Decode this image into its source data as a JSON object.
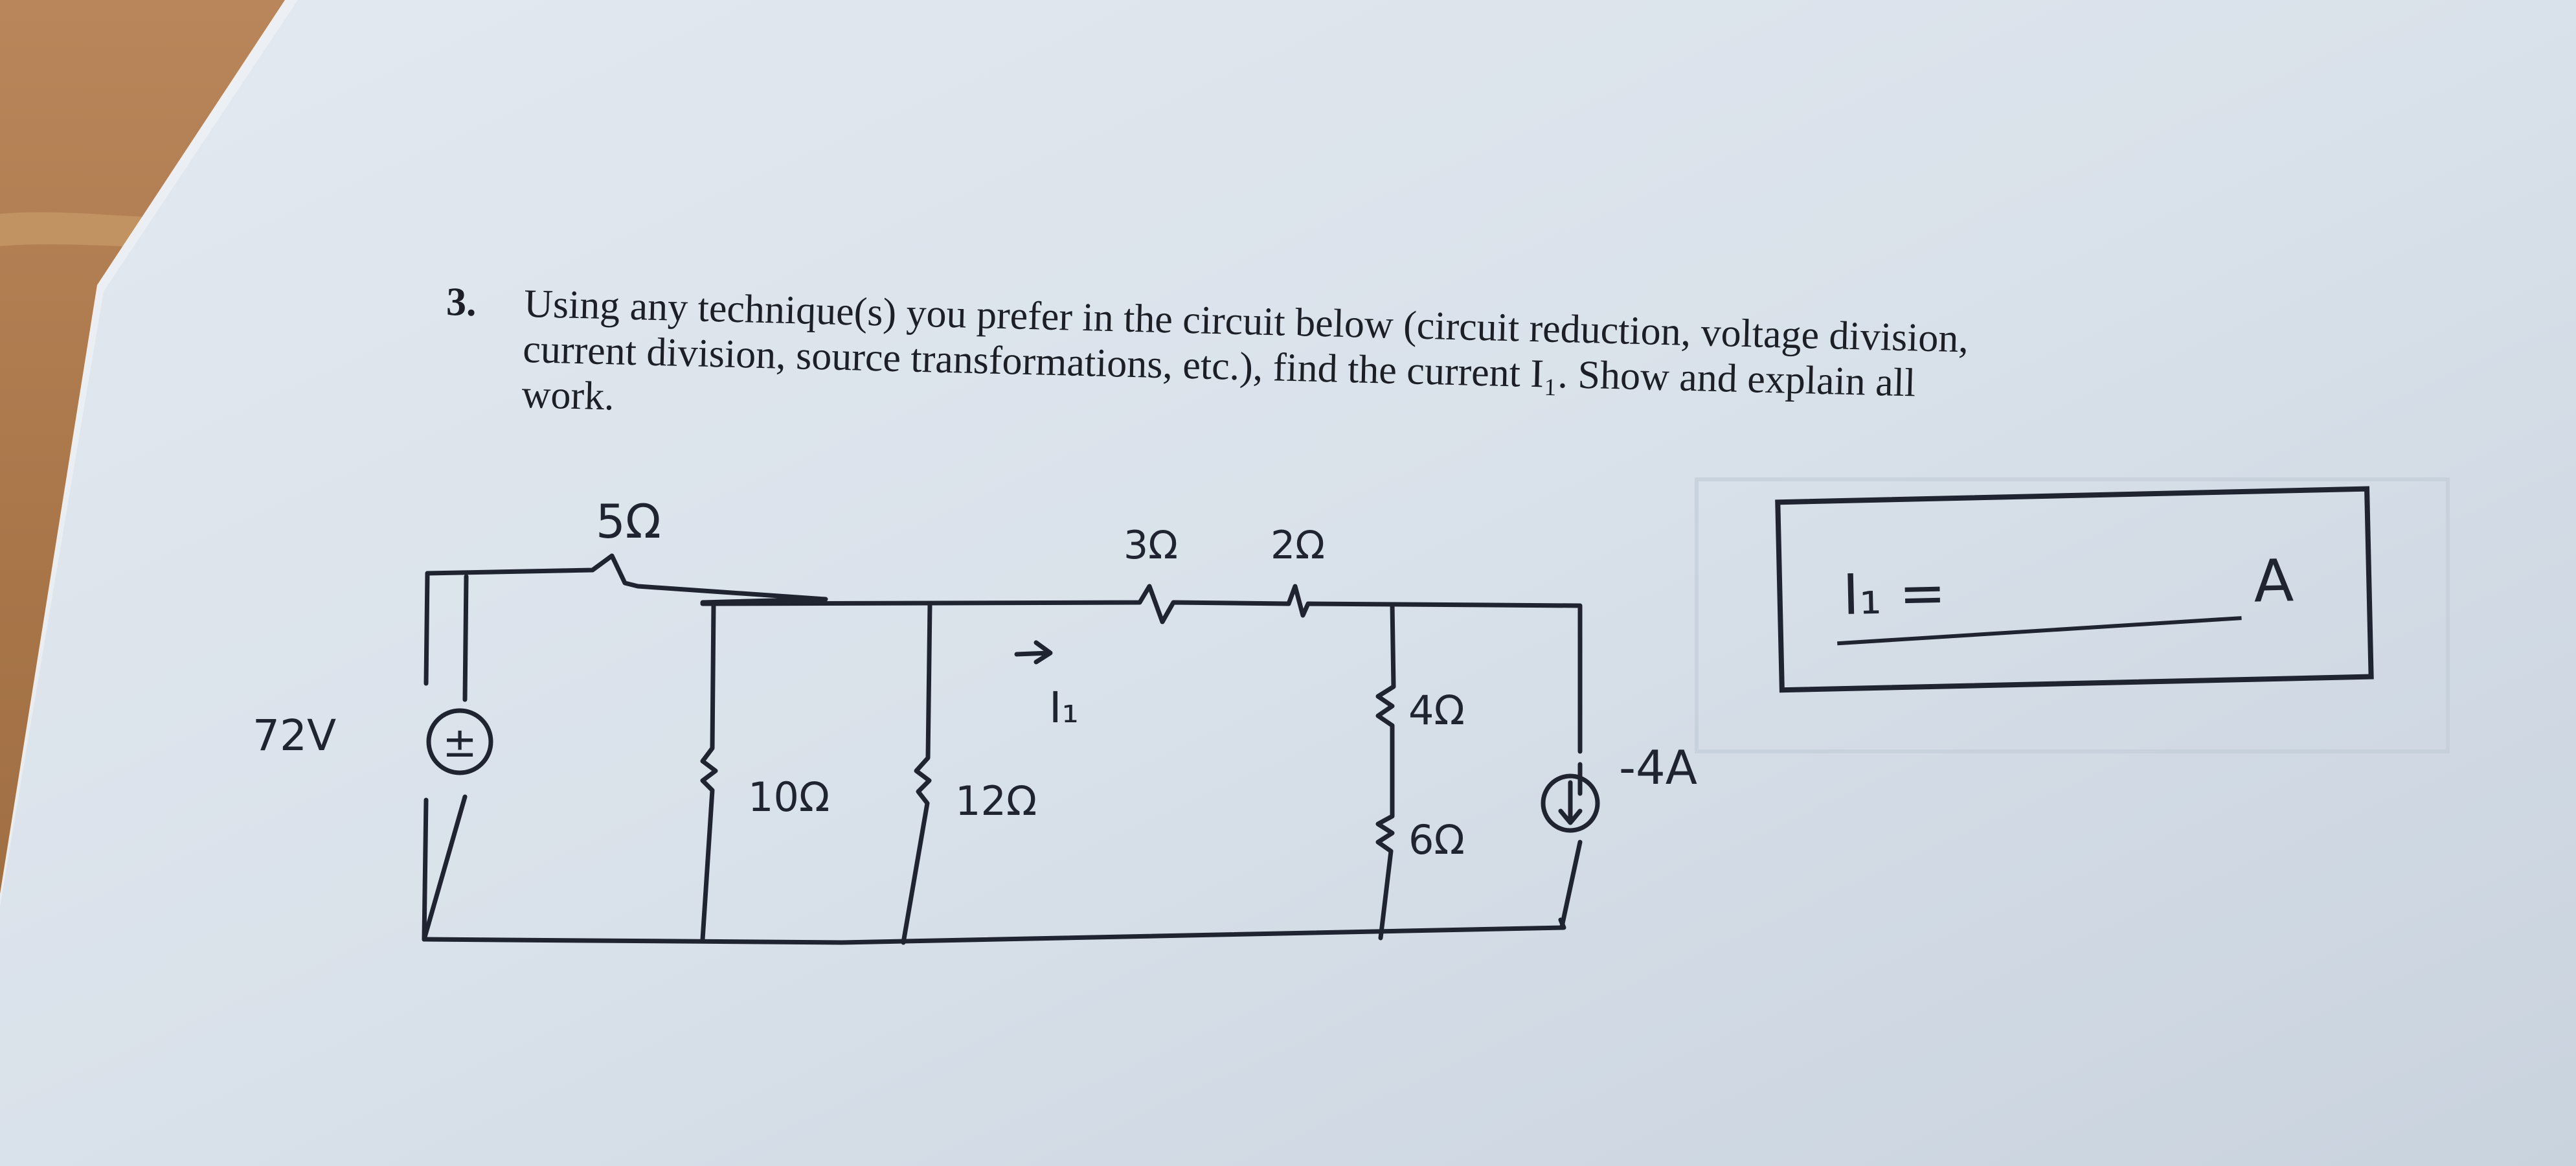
{
  "problem": {
    "number": "3.",
    "lines": [
      "Using any technique(s) you prefer in the circuit below (circuit reduction, voltage division,",
      "current division, source transformations, etc.), find the current I₁. Show and explain all",
      "work."
    ]
  },
  "circuit": {
    "source_voltage": "72V",
    "source_symbol": "±",
    "r1": "5Ω",
    "r2": "10Ω",
    "r3": "12Ω",
    "r4": "3Ω",
    "r5": "2Ω",
    "r6": "4Ω",
    "r7": "6Ω",
    "current_label": "I₁",
    "current_source": "-4A"
  },
  "answer": {
    "label": "I₁ =",
    "unit": "A"
  },
  "colors": {
    "paper": "#dbe3ec",
    "ink": "#1f2430",
    "desk": "#b07d4e"
  }
}
